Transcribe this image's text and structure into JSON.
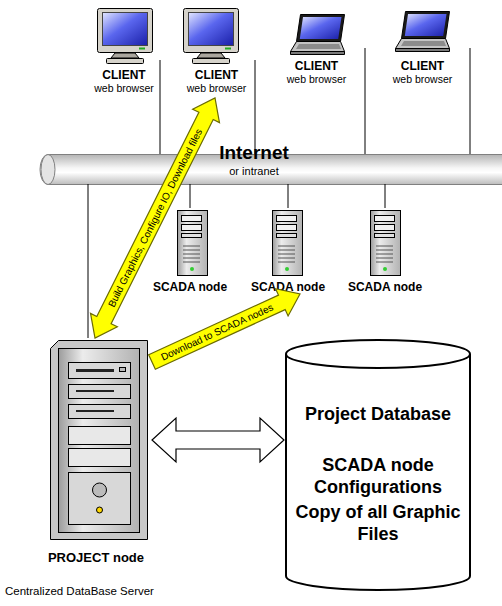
{
  "diagram": {
    "caption": "Centralized DataBase Server",
    "nodes": [
      {
        "text": [
          "CLIENT",
          "web browser"
        ]
      },
      {
        "text": [
          "CLIENT",
          "web browser"
        ]
      },
      {
        "text": [
          "CLIENT",
          "web browser"
        ]
      },
      {
        "text": [
          "CLIENT",
          "web browser"
        ]
      },
      {
        "text": [
          "Internet",
          "or intranet"
        ]
      },
      {
        "text": [
          "SCADA node"
        ]
      },
      {
        "text": [
          "SCADA node"
        ]
      },
      {
        "text": [
          "SCADA node"
        ]
      },
      {
        "text": [
          "PROJECT node"
        ]
      },
      {
        "text": [
          "Project Database",
          "SCADA node Configurations",
          "Copy of all Graphic Files"
        ]
      }
    ],
    "edges": [
      {
        "from": 0,
        "to": 4,
        "arrow": "none"
      },
      {
        "from": 1,
        "to": 4,
        "arrow": "none"
      },
      {
        "from": 2,
        "to": 4,
        "arrow": "none"
      },
      {
        "from": 3,
        "to": 4,
        "arrow": "none"
      },
      {
        "from": 4,
        "to": 5,
        "arrow": "none"
      },
      {
        "from": 4,
        "to": 6,
        "arrow": "none"
      },
      {
        "from": 4,
        "to": 7,
        "arrow": "none"
      },
      {
        "from": 4,
        "to": 8,
        "arrow": "none"
      },
      {
        "from": 8,
        "to": 1,
        "arrow": "both",
        "label": "Build Graphics, Configure IO, Download files"
      },
      {
        "from": 8,
        "to": 6,
        "arrow": "to",
        "label": "Download to SCADA nodes"
      },
      {
        "from": 8,
        "to": 9,
        "arrow": "both"
      }
    ]
  }
}
